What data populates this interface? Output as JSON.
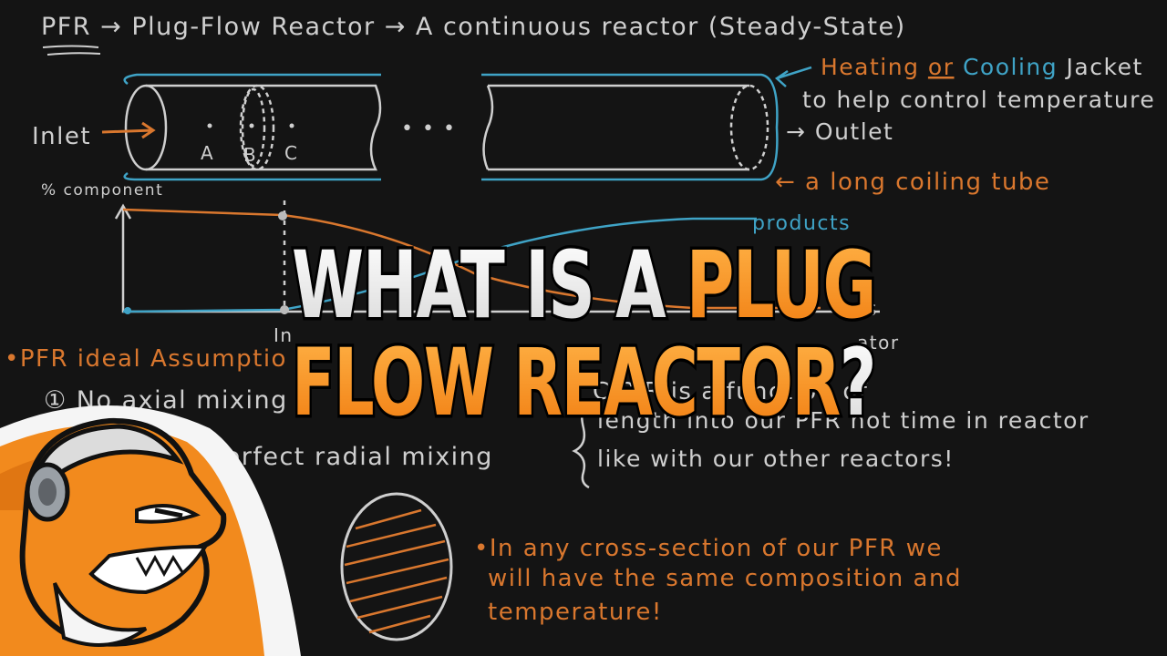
{
  "colors": {
    "background": "#141414",
    "chalk": "#cfcfcf",
    "orange_note": "#d9772e",
    "blue_note": "#3fa3c6",
    "title_white": "#ffffff",
    "title_orange": "#f7931e",
    "mascot_orange": "#f28a1d",
    "mascot_gray": "#9aa0a6"
  },
  "notes": {
    "heading": "PFR → Plug-Flow Reactor → A  continuous reactor (Steady-State)",
    "heating_prefix": "Heating ",
    "heating_or": "or",
    "heating_cooling": " Cooling",
    "heating_suffix": " Jacket",
    "jacket_line2": "to help control temperature",
    "inlet": "Inlet",
    "outlet": "→ Outlet",
    "tube_note": "← a long coiling tube",
    "point_a": "A",
    "point_b": "B",
    "point_c": "C",
    "ellipsis": "• • •",
    "y_axis": "% component",
    "products": "products",
    "reactants_partial": "s",
    "x_partial_1": "In",
    "x_partial_2": "ator",
    "assumptions_title": "•PFR ideal Assumptio",
    "assumption_1": "① No axial mixing",
    "assumption_2": "perfect radial mixing",
    "composition_1": "C          P     R  is a function of",
    "composition_2": "length into our PFR  not  time in reactor",
    "composition_3": "like  with our other reactors!",
    "cross_1": "•In  any  cross-section of  our  PFR  we",
    "cross_2": "will  have  the  same  composition  and",
    "cross_3": "temperature!"
  },
  "title": {
    "line1_white": "WHAT IS A ",
    "line1_orange": "PLUG",
    "line2_orange": "FLOW REACTOR",
    "line2_white": "?"
  }
}
